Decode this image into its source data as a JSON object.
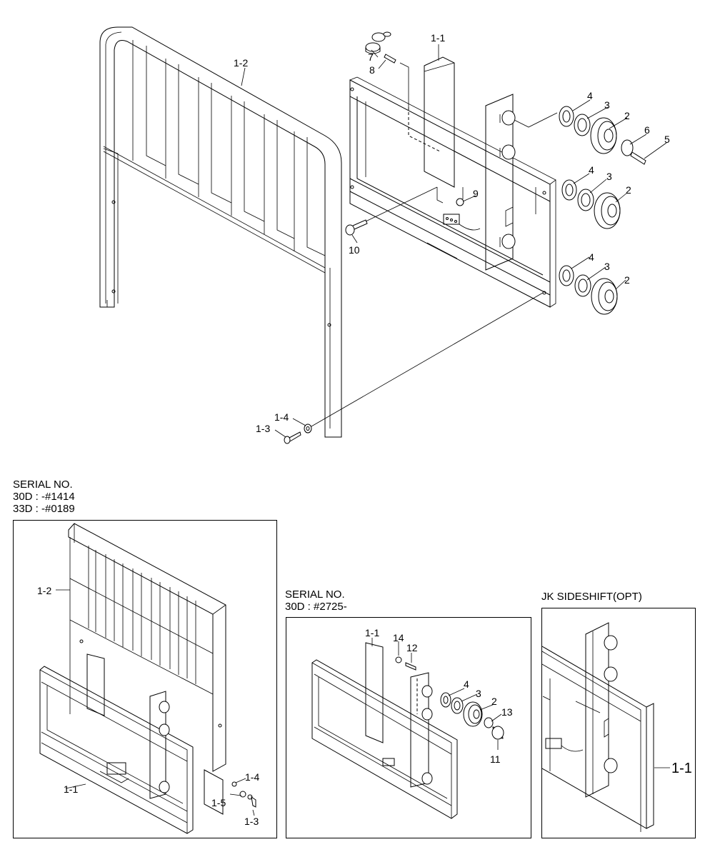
{
  "main": {
    "labels": {
      "l1_2": "1-2",
      "l1_1": "1-1",
      "l7": "7",
      "l8": "8",
      "l4a": "4",
      "l3a": "3",
      "l2a": "2",
      "l6": "6",
      "l5": "5",
      "l4b": "4",
      "l3b": "3",
      "l2b": "2",
      "l9": "9",
      "l10": "10",
      "l4c": "4",
      "l3c": "3",
      "l2c": "2",
      "l1_4": "1-4",
      "l1_3": "1-3"
    }
  },
  "panel_a": {
    "header": [
      "SERIAL NO.",
      "30D : -#1414",
      "33D : -#0189"
    ],
    "labels": {
      "l1_2": "1-2",
      "l1_1": "1-1",
      "l1_4": "1-4",
      "l1_5": "1-5",
      "l1_3": "1-3"
    }
  },
  "panel_b": {
    "header": [
      "SERIAL NO.",
      "30D : #2725-"
    ],
    "labels": {
      "l1_1": "1-1",
      "l14": "14",
      "l12": "12",
      "l4": "4",
      "l3": "3",
      "l2": "2",
      "l13": "13",
      "l11": "11"
    }
  },
  "panel_c": {
    "header": [
      "JK SIDESHIFT(OPT)"
    ],
    "labels": {
      "l1_1": "1-1"
    }
  }
}
